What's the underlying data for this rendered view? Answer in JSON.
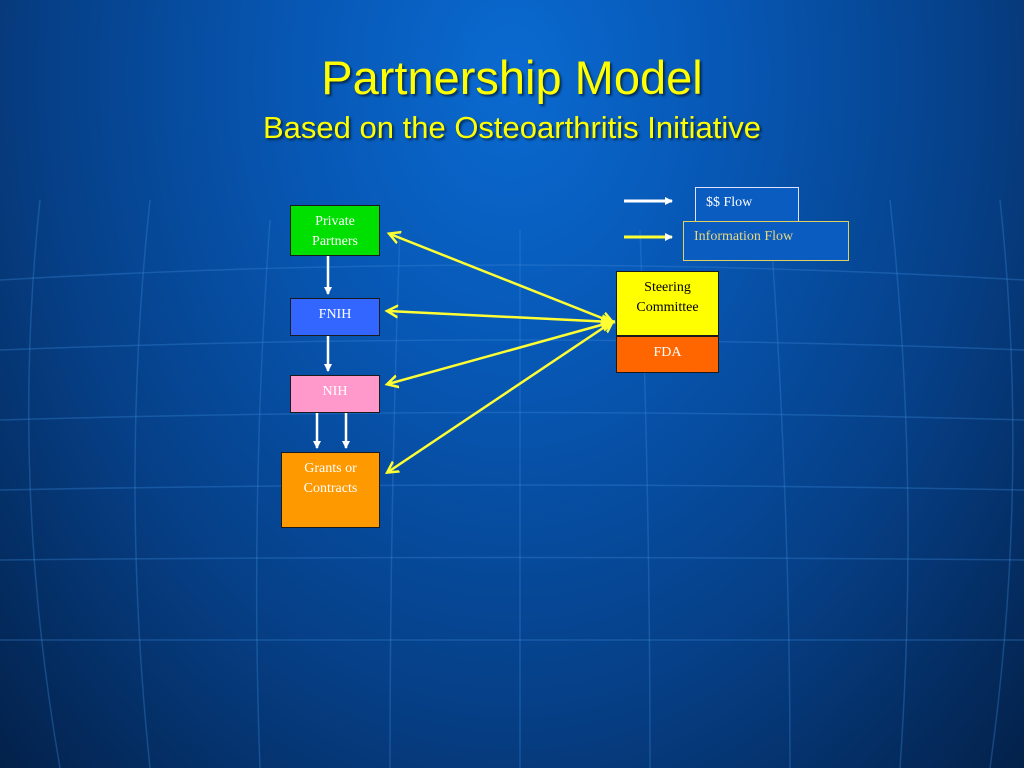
{
  "slide": {
    "title": "Partnership Model",
    "subtitle": "Based on the Osteoarthritis Initiative"
  },
  "boxes": {
    "private_partners": {
      "line1": "Private",
      "line2": "Partners",
      "color": "#00e000"
    },
    "fnih": {
      "label": "FNIH",
      "color": "#3366ff"
    },
    "nih": {
      "label": "NIH",
      "color": "#ff99cc"
    },
    "grants": {
      "line1": "Grants or",
      "line2": "Contracts",
      "color": "#ff9900"
    },
    "steering": {
      "line1": "Steering",
      "line2": "Committee",
      "color": "#ffff00"
    },
    "fda": {
      "label": "FDA",
      "color": "#ff6600"
    }
  },
  "legend": {
    "money_flow": {
      "label": "$$ Flow",
      "arrow_color": "#ffffff"
    },
    "info_flow": {
      "label": "Information Flow",
      "arrow_color": "#ffff33"
    }
  },
  "colors": {
    "title": "#ffff00",
    "money_arrow": "#ffffff",
    "info_arrow": "#ffff33"
  }
}
